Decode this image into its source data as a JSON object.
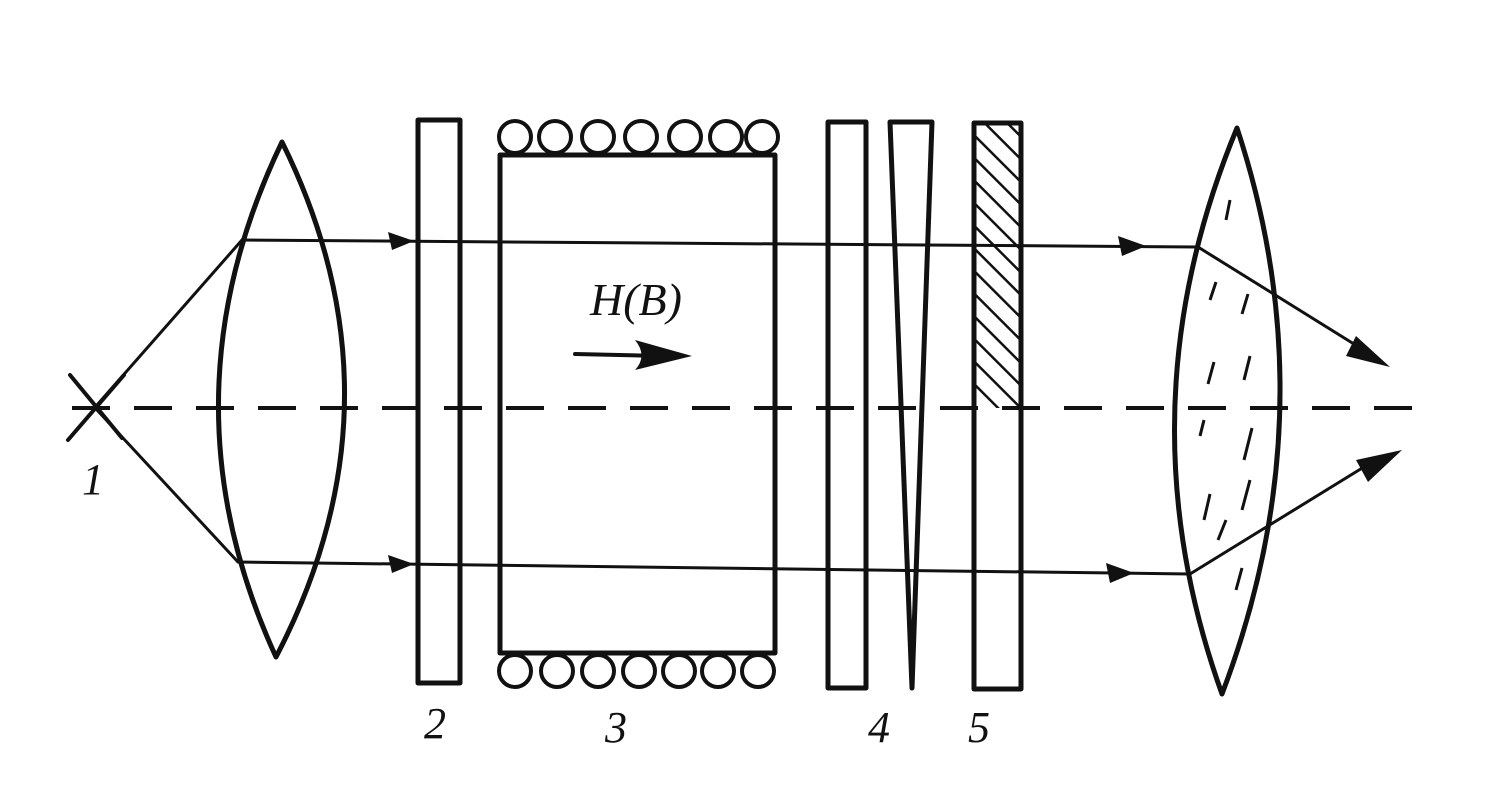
{
  "labels": {
    "source": "1",
    "polarizer": "2",
    "coil": "3",
    "plate": "4",
    "analyzer": "5",
    "field": "H(B)"
  },
  "colors": {
    "ink": "#111111",
    "background": "#ffffff"
  }
}
